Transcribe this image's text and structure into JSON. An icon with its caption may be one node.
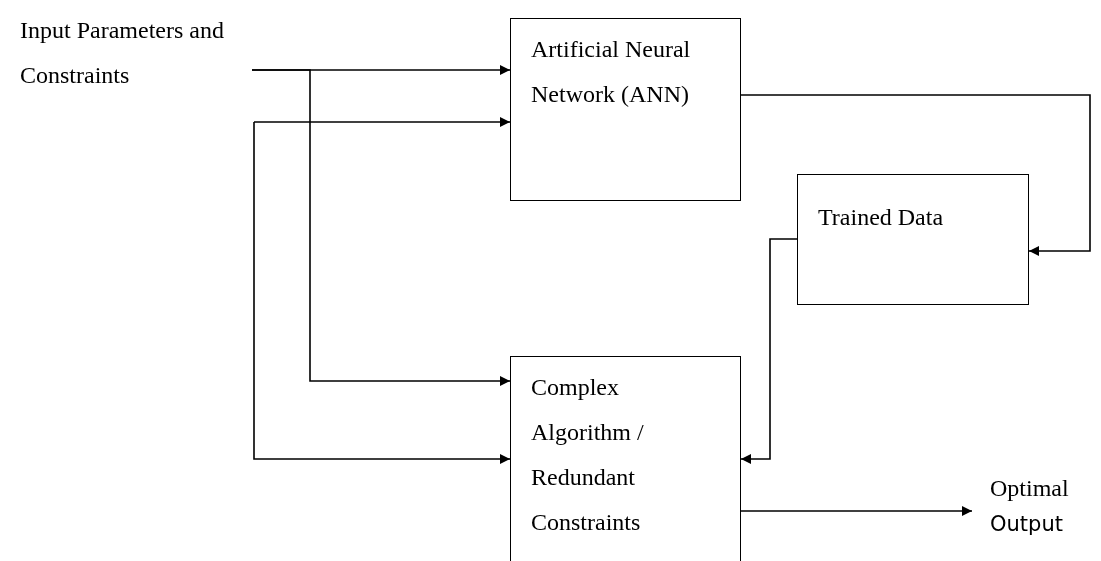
{
  "diagram": {
    "nodes": [
      {
        "text": [
          "Input Parameters and Constraints"
        ]
      },
      {
        "text": [
          "Artificial Neural Network (ANN)"
        ]
      },
      {
        "text": [
          "Trained Data"
        ]
      },
      {
        "text": [
          "Complex Algorithm / Redundant Constraints"
        ]
      },
      {
        "text": [
          "Optimal",
          "Output"
        ]
      }
    ],
    "edges": [
      {
        "from": 0,
        "to": 1,
        "arrow": "to"
      },
      {
        "from": 0,
        "to": 3,
        "arrow": "to"
      },
      {
        "from": 0,
        "to": 1,
        "arrow": "to"
      },
      {
        "from": 0,
        "to": 3,
        "arrow": "to"
      },
      {
        "from": 1,
        "to": 2,
        "arrow": "to"
      },
      {
        "from": 2,
        "to": 3,
        "arrow": "to"
      },
      {
        "from": 3,
        "to": 4,
        "arrow": "to"
      }
    ]
  }
}
